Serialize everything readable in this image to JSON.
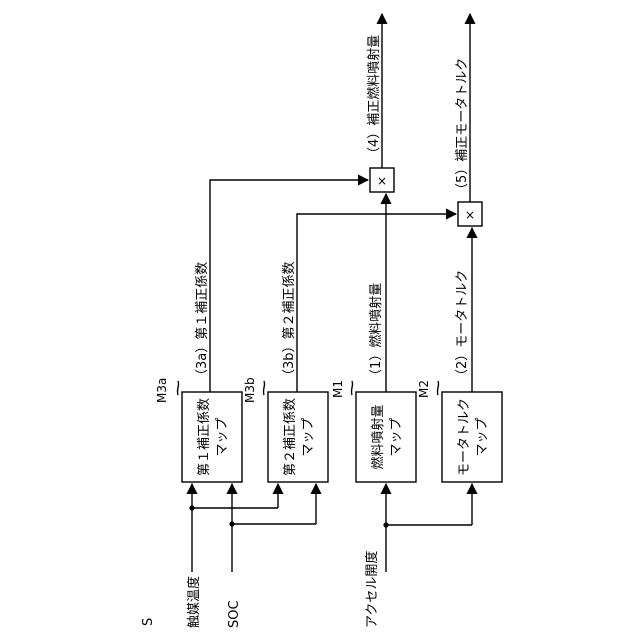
{
  "figure_label": "S",
  "inputs": {
    "catalyst_temp": "触媒温度",
    "soc": "SOC",
    "accel": "アクセル開度"
  },
  "maps": {
    "m3a": {
      "tag": "M3a",
      "line1": "第１補正係数",
      "line2": "マップ"
    },
    "m3b": {
      "tag": "M3b",
      "line1": "第２補正係数",
      "line2": "マップ"
    },
    "m1": {
      "tag": "M1",
      "line1": "燃料噴射量",
      "line2": "マップ"
    },
    "m2": {
      "tag": "M2",
      "line1": "モータトルク",
      "line2": "マップ"
    }
  },
  "signals": {
    "s3a": "（3a）第１補正係数",
    "s3b": "（3b）第２補正係数",
    "s1": "（1）燃料噴射量",
    "s2": "（2）モータトルク",
    "s4": "（4）補正燃料噴射量",
    "s5": "（5）補正モータトルク"
  },
  "multiply_symbol": "×"
}
